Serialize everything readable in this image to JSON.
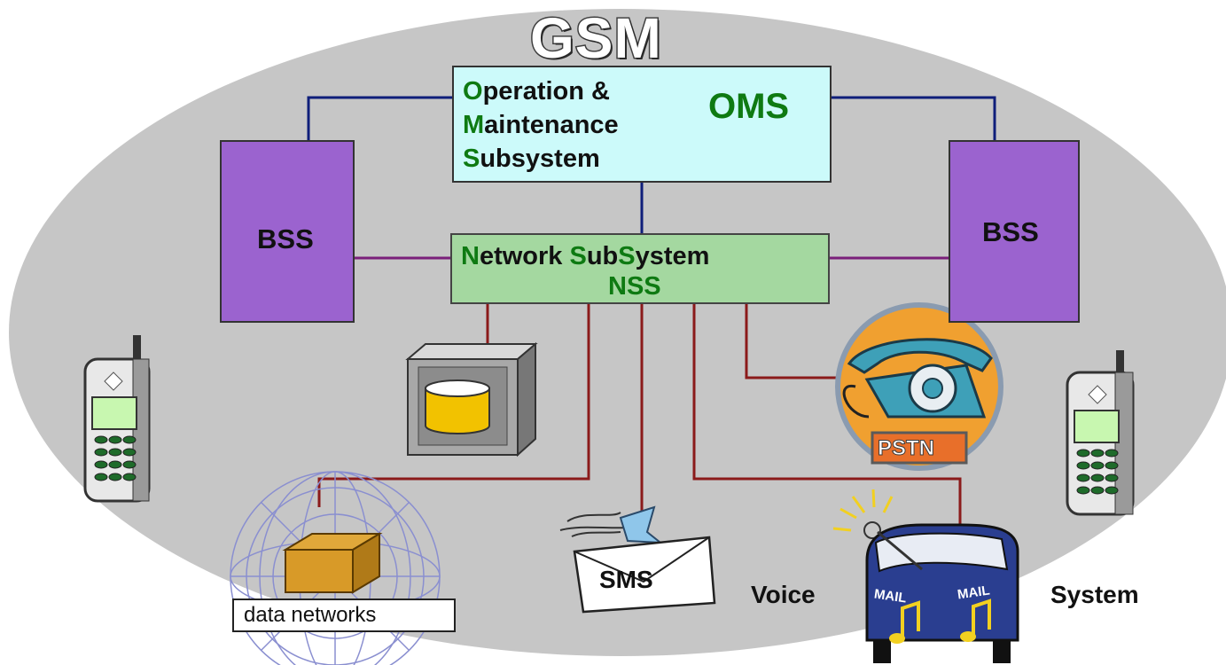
{
  "title": "GSM",
  "oms": {
    "line1": {
      "initial": "O",
      "rest": "peration &"
    },
    "line2": {
      "initial": "M",
      "rest": "aintenance"
    },
    "line3": {
      "initial": "S",
      "rest": "ubsystem"
    },
    "abbr": "OMS"
  },
  "bss_left": "BSS",
  "bss_right": "BSS",
  "nss": {
    "p1": "N",
    "p2": "etwork ",
    "p3": "S",
    "p4": "ub",
    "p5": "S",
    "p6": "ystem",
    "abbr": "NSS"
  },
  "pstn": "PSTN",
  "data_networks": "data networks",
  "sms": "SMS",
  "voice": "Voice",
  "system": "System",
  "mail_left": "MAIL",
  "mail_right": "MAIL",
  "colors": {
    "ellipse": "#c6c6c6",
    "oms_fill": "#ccfafa",
    "nss_fill": "#a4d8a0",
    "bss_fill": "#9b63cf",
    "initial_green": "#0e7a12",
    "line_blue": "#0f1e7a",
    "line_purple": "#7a1f7a",
    "line_red": "#8b1a1a"
  }
}
